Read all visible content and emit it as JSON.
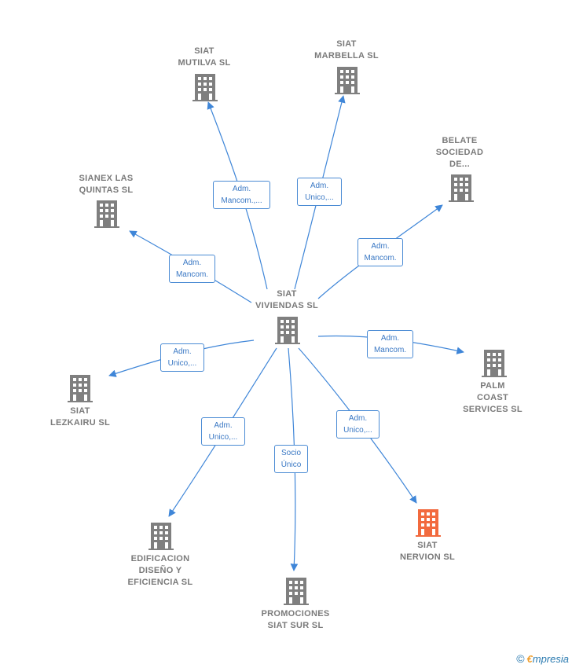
{
  "center": {
    "label": "SIAT\nVIVIENDAS  SL"
  },
  "nodes": {
    "mutilva": {
      "label": "SIAT\nMUTILVA  SL"
    },
    "marbella": {
      "label": "SIAT\nMARBELLA  SL"
    },
    "belate": {
      "label": "BELATE\nSOCIEDAD\nDE..."
    },
    "sianex": {
      "label": "SIANEX LAS\nQUINTAS  SL"
    },
    "palm": {
      "label": "PALM\nCOAST\nSERVICES  SL"
    },
    "lezkairu": {
      "label": "SIAT\nLEZKAIRU  SL"
    },
    "edificacion": {
      "label": "EDIFICACION\nDISEÑO Y\nEFICIENCIA  SL"
    },
    "promociones": {
      "label": "PROMOCIONES\nSIAT SUR  SL"
    },
    "nervion": {
      "label": "SIAT\nNERVION  SL"
    }
  },
  "edges": {
    "mutilva": "Adm.\nMancom.,...",
    "marbella": "Adm.\nUnico,...",
    "belate": "Adm.\nMancom.",
    "sianex": "Adm.\nMancom.",
    "palm": "Adm.\nMancom.",
    "lezkairu": "Adm.\nUnico,...",
    "edificacion": "Adm.\nUnico,...",
    "promociones": "Socio\nÚnico",
    "nervion": "Adm.\nUnico,..."
  },
  "colors": {
    "edge": "#3f86d8",
    "building": "#7f7f7f",
    "highlight": "#f26a3e"
  },
  "footer": {
    "copyright": "©",
    "brand_initial": "€",
    "brand_rest": "mpresia"
  }
}
